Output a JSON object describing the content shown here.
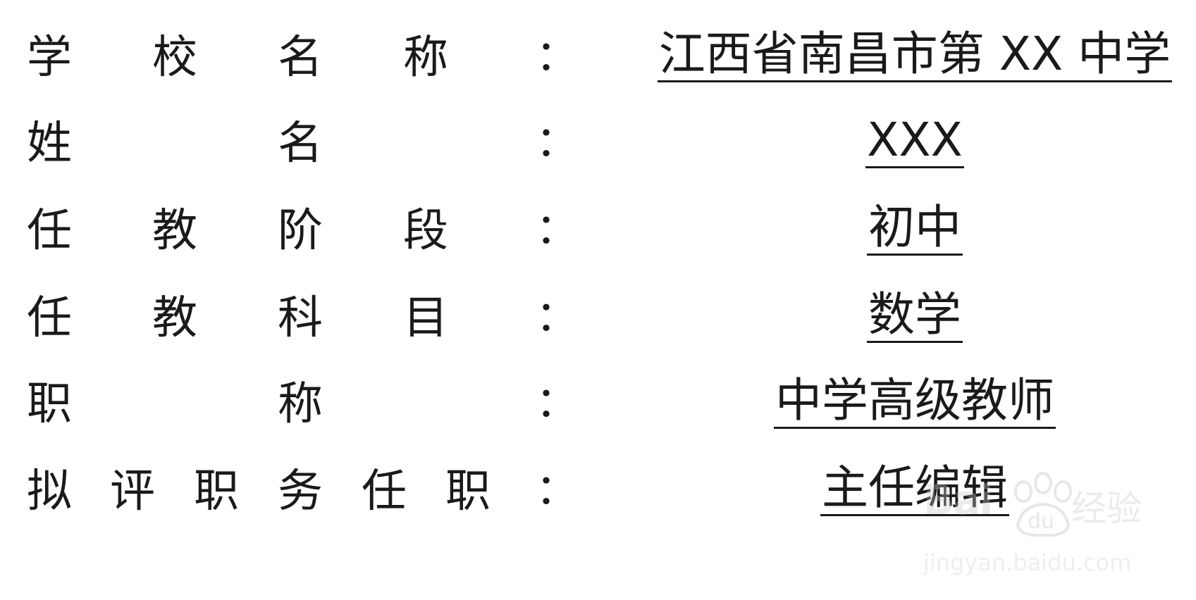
{
  "rows": [
    {
      "label_chars": [
        "学",
        "校",
        "名",
        "称"
      ],
      "colon": "：",
      "value": "江西省南昌市第 XX 中学"
    },
    {
      "label_chars": [
        "姓",
        "名"
      ],
      "colon": "：",
      "value": "XXX"
    },
    {
      "label_chars": [
        "任",
        "教",
        "阶",
        "段"
      ],
      "colon": "：",
      "value": "初中"
    },
    {
      "label_chars": [
        "任",
        "教",
        "科",
        "目"
      ],
      "colon": "：",
      "value": "数学"
    },
    {
      "label_chars": [
        "职",
        "称"
      ],
      "colon": "：",
      "value": "中学高级教师"
    },
    {
      "label_chars": [
        "拟",
        "评",
        "职",
        "务",
        "任",
        "职"
      ],
      "colon": "：",
      "value": "主任编辑"
    }
  ],
  "watermark": {
    "logo_text": "Bai",
    "logo_du": "du",
    "jingyan": "经验",
    "url": "jingyan.baidu.com"
  }
}
